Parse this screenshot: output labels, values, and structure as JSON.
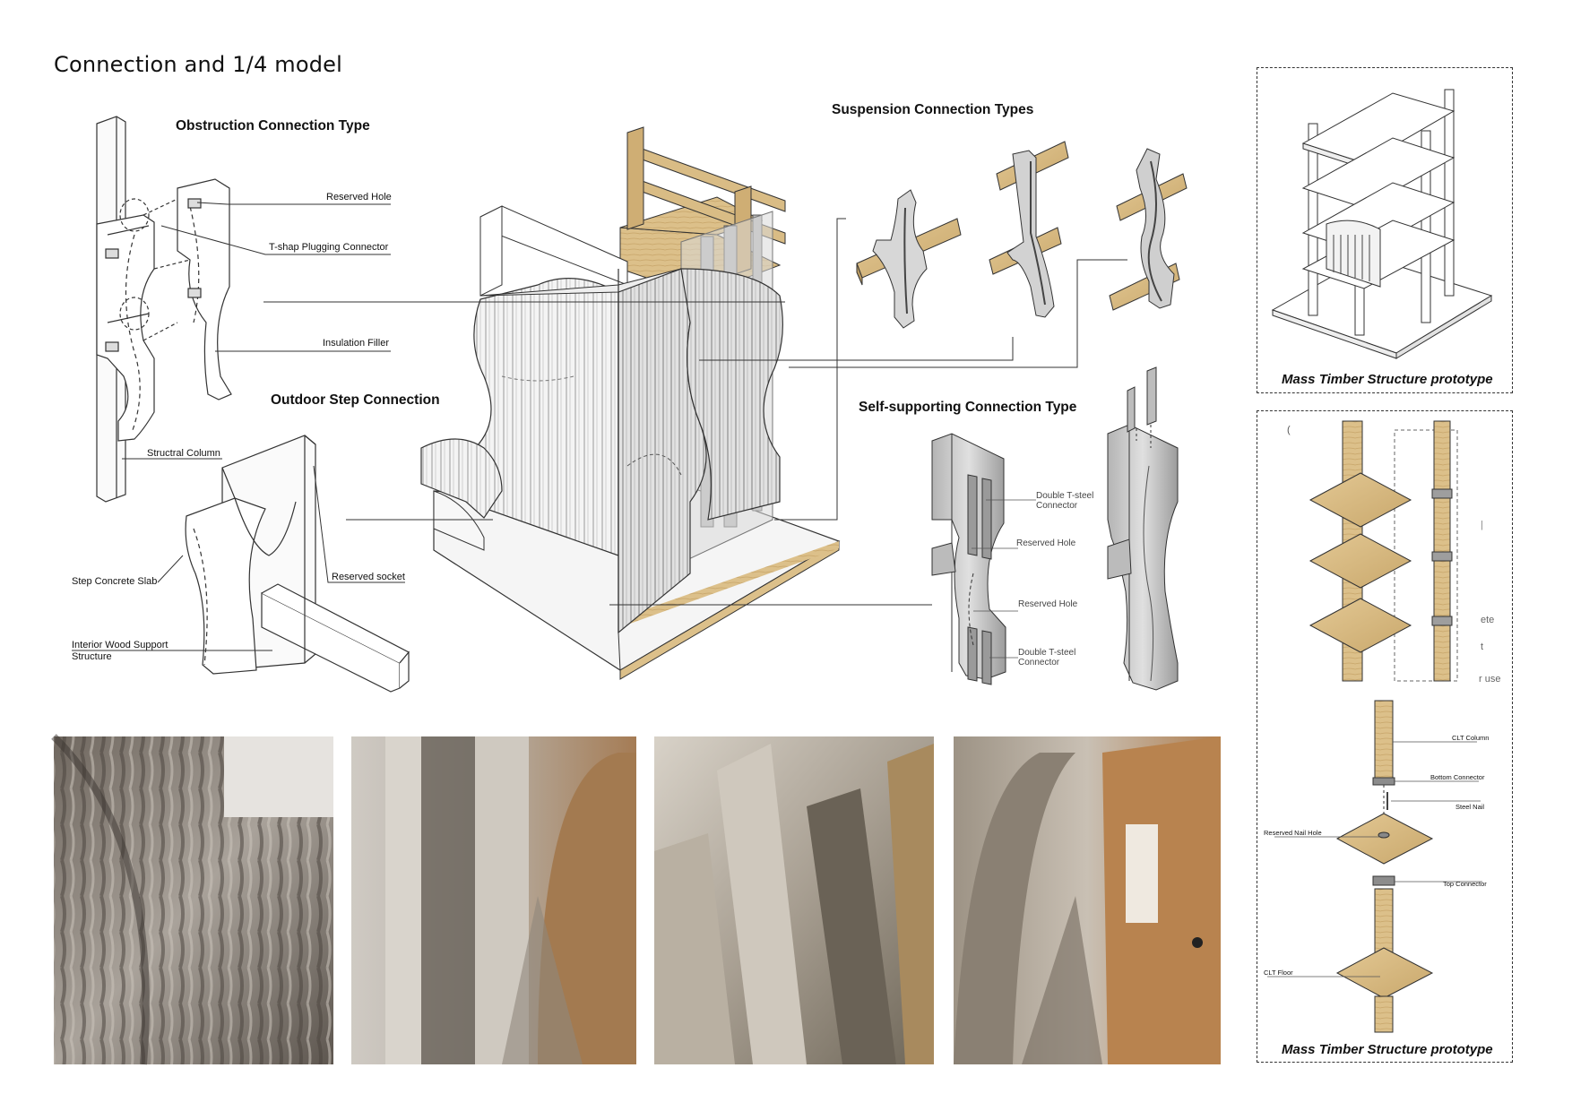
{
  "sheet": {
    "title": "Connection and 1/4 model"
  },
  "obstruction": {
    "heading": "Obstruction Connection Type",
    "labels": {
      "reserved_hole": "Reserved Hole",
      "t_shap_connector": "T-shap Plugging Connector",
      "insulation_filler": "Insulation Filler",
      "structral_column": "Structral Column"
    }
  },
  "outdoor_step": {
    "heading": "Outdoor Step Connection",
    "labels": {
      "step_slab": "Step Concrete Slab",
      "reserved_socket": "Reserved socket",
      "interior_support_line1": "Interior Wood Support",
      "interior_support_line2": "Structure"
    }
  },
  "suspension": {
    "heading": "Suspension Connection Types"
  },
  "self_supporting": {
    "heading": "Self-supporting Connection Type",
    "labels": {
      "double_t_top_1": "Double T-steel",
      "double_t_top_2": "Connector",
      "reserved_hole_1": "Reserved Hole",
      "reserved_hole_2": "Reserved Hole",
      "double_t_bottom_1": "Double T-steel",
      "double_t_bottom_2": "Connector"
    }
  },
  "prototype_top": {
    "caption": "Mass Timber Structure prototype"
  },
  "prototype_bottom": {
    "caption": "Mass Timber Structure prototype",
    "fragments": {
      "paren": "(",
      "bar": "|",
      "ete": "ete",
      "t": "t",
      "r_use": "r use"
    },
    "labels": {
      "clt_column": "CLT Column",
      "bottom_connector": "Bottom Connector",
      "steel_nail": "Steel Nail",
      "reserved_nail_hole": "Reserved Nail Hole",
      "top_connector": "Top Connector",
      "clt_floor": "CLT Floor"
    }
  },
  "colors": {
    "wood": "#d9bf8c",
    "wood_dark": "#b99a62",
    "concrete_light": "#efefef",
    "concrete_mid": "#c8c8c8",
    "concrete_dark": "#8f8f8f",
    "line": "#333333"
  }
}
